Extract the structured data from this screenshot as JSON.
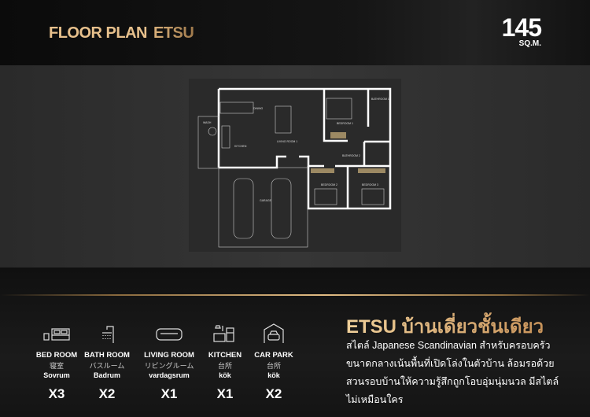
{
  "header": {
    "title": "FLOOR PLAN",
    "model": "ETSU",
    "area_value": "145",
    "area_unit": "SQ.M."
  },
  "plan": {
    "rooms": {
      "dining": "DINING",
      "wash": "WASH",
      "kitchen": "KITCHEN",
      "living": "LIVING ROOM 1",
      "bedroom1": "BEDROOM 1",
      "bathroom1": "BATHROOM 1",
      "bathroom2": "BATHROOM 2",
      "bedroom2": "BEDROOM 2",
      "bedroom3": "BEDROOM 3",
      "garage": "GARAGE"
    }
  },
  "features": [
    {
      "icon": "bed-icon",
      "label": "BED ROOM",
      "jp": "寝室",
      "sv": "Sovrum",
      "count": "X3"
    },
    {
      "icon": "shower-icon",
      "label": "BATH ROOM",
      "jp": "バスルーム",
      "sv": "Badrum",
      "count": "X2"
    },
    {
      "icon": "sofa-icon",
      "label": "LIVING ROOM",
      "jp": "リビングルーム",
      "sv": "vardagsrum",
      "count": "X1"
    },
    {
      "icon": "kitchen-icon",
      "label": "KITCHEN",
      "jp": "台所",
      "sv": "kök",
      "count": "X1"
    },
    {
      "icon": "garage-icon",
      "label": "CAR PARK",
      "jp": "台所",
      "sv": "kök",
      "count": "X2"
    }
  ],
  "description": {
    "title": "ETSU บ้านเดี่ยวชั้นเดียว",
    "lines": [
      "สไตล์ Japanese Scandinavian สำหรับครอบครัว",
      "ขนาดกลางเน้นพื้นที่เปิดโล่งในตัวบ้าน ล้อมรอด้วย",
      "สวนรอบบ้านให้ความรู้สึกถูกโอบอุ่มนุ่มนวล มีสไตล์",
      "ไม่เหมือนใคร"
    ]
  },
  "colors": {
    "gold": "#e2bd85",
    "background": "#141414",
    "band": "#2f2f2f"
  }
}
